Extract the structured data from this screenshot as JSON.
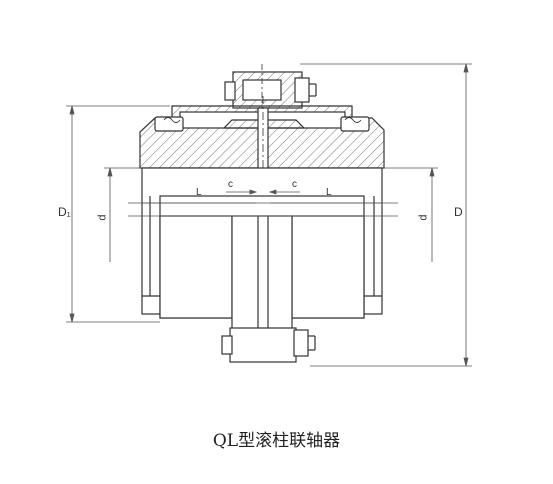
{
  "caption": "QL型滚柱联轴器",
  "dimensions": {
    "D1": "D₁",
    "d_left": "d",
    "d_right": "d",
    "D": "D",
    "L_left": "L",
    "L_right": "L",
    "c_left": "c",
    "c_right": "c"
  },
  "colors": {
    "line": "#333333",
    "hatch": "#555555",
    "dim": "#555555"
  }
}
